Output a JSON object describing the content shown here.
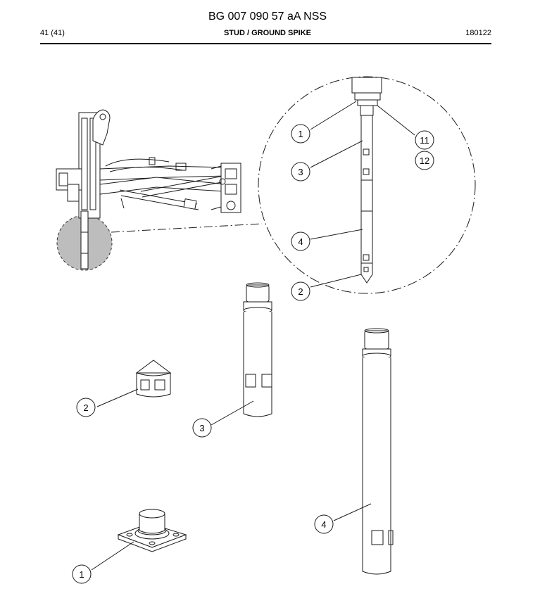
{
  "header": {
    "document_number": "BG 007 090 57 aA NSS",
    "page_count": "41 (41)",
    "subject": "STUD / GROUND SPIKE",
    "date_code": "180122"
  },
  "detail_callouts": {
    "stud": "1",
    "ground_spike": "2",
    "upper_tube": "3",
    "lower_tube": "4",
    "part_11": "11",
    "part_12": "12"
  },
  "exploded_callouts": {
    "ground_spike": "2",
    "upper_tube": "3",
    "lower_tube": "4",
    "stud": "1"
  },
  "colors": {
    "line": "#1a1a1a",
    "highlight_fill": "#bdbdbd"
  }
}
